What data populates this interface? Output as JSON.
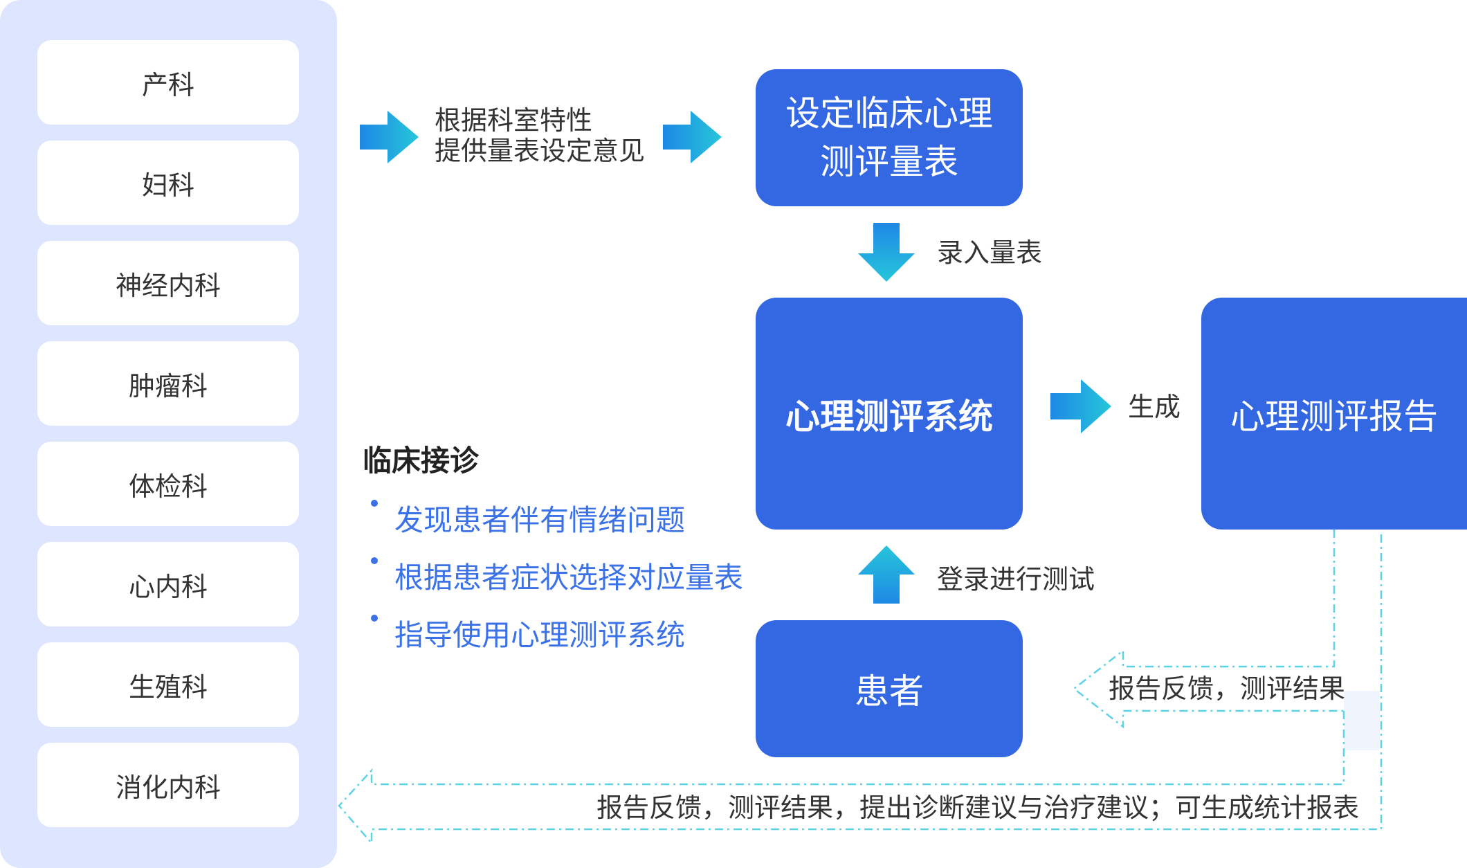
{
  "departments": [
    "产科",
    "妇科",
    "神经内科",
    "肿瘤科",
    "体检科",
    "心内科",
    "生殖科",
    "消化内科"
  ],
  "flow": {
    "advice_label_line1": "根据科室特性",
    "advice_label_line2": "提供量表设定意见",
    "set_scale_box_line1": "设定临床心理",
    "set_scale_box_line2": "测评量表",
    "input_scale_label": "录入量表",
    "system_box": "心理测评系统",
    "generate_label": "生成",
    "report_box": "心理测评报告",
    "login_test_label": "登录进行测试",
    "patient_box": "患者",
    "patient_feedback_label": "报告反馈，测评结果",
    "dept_feedback_label": "报告反馈，测评结果，提出诊断建议与治疗建议；可生成统计报表"
  },
  "clinical": {
    "title": "临床接诊",
    "items": [
      "发现患者伴有情绪问题",
      "根据患者症状选择对应量表",
      "指导使用心理测评系统"
    ]
  },
  "colors": {
    "box_blue": "#3468e2",
    "sidebar_bg": "#dde6fe",
    "bullet_blue": "#3b72e8",
    "arrow_start": "#1e88e5",
    "arrow_end": "#26c6da",
    "dashed_cyan": "#5fd3e6"
  }
}
